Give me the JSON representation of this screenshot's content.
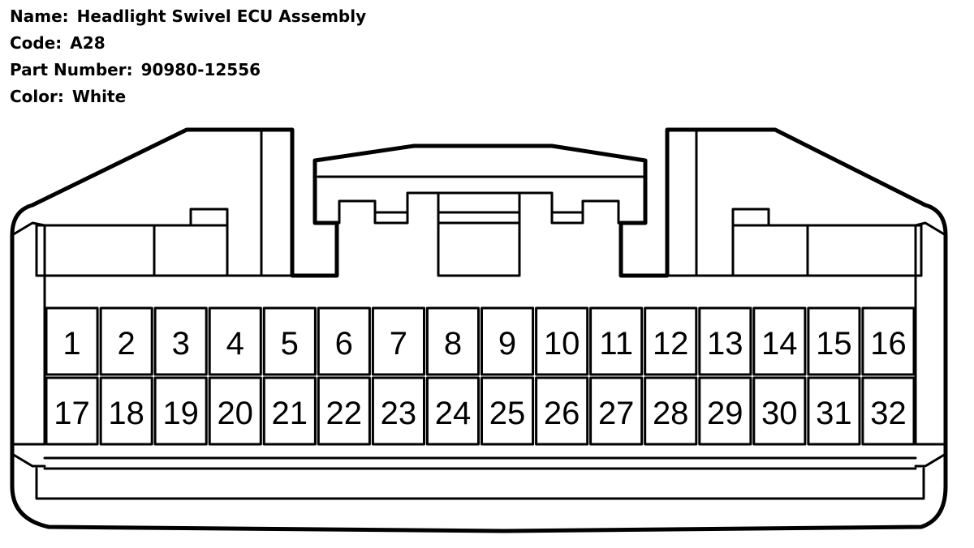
{
  "info": {
    "name_label": "Name:",
    "name_value": "Headlight Swivel ECU Assembly",
    "code_label": "Code:",
    "code_value": "A28",
    "part_label": "Part Number:",
    "part_value": "90980-12556",
    "color_label": "Color:",
    "color_value": "White"
  },
  "connector": {
    "pins_row1": [
      "1",
      "2",
      "3",
      "4",
      "5",
      "6",
      "7",
      "8",
      "9",
      "10",
      "11",
      "12",
      "13",
      "14",
      "15",
      "16"
    ],
    "pins_row2": [
      "17",
      "18",
      "19",
      "20",
      "21",
      "22",
      "23",
      "24",
      "25",
      "26",
      "27",
      "28",
      "29",
      "30",
      "31",
      "32"
    ]
  }
}
